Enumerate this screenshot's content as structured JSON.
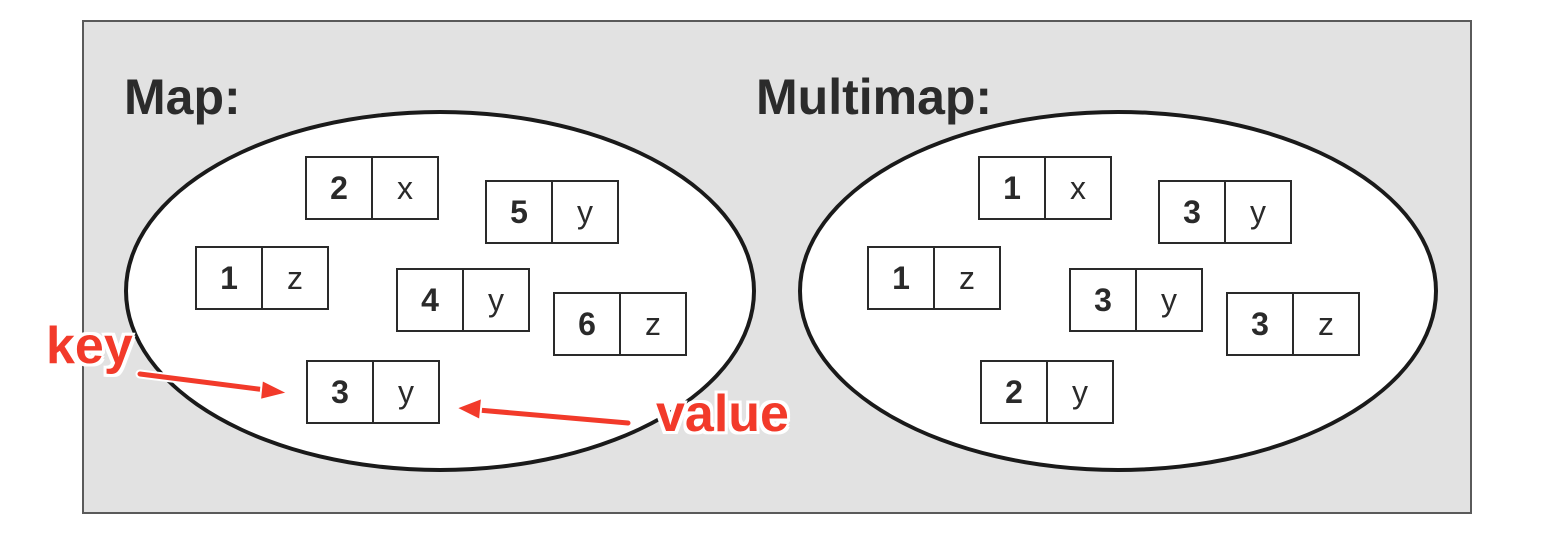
{
  "map": {
    "title": "Map:",
    "pairs": [
      {
        "key": "2",
        "value": "x"
      },
      {
        "key": "5",
        "value": "y"
      },
      {
        "key": "1",
        "value": "z"
      },
      {
        "key": "4",
        "value": "y"
      },
      {
        "key": "6",
        "value": "z"
      },
      {
        "key": "3",
        "value": "y"
      }
    ]
  },
  "multimap": {
    "title": "Multimap:",
    "pairs": [
      {
        "key": "1",
        "value": "x"
      },
      {
        "key": "3",
        "value": "y"
      },
      {
        "key": "1",
        "value": "z"
      },
      {
        "key": "3",
        "value": "y"
      },
      {
        "key": "3",
        "value": "z"
      },
      {
        "key": "2",
        "value": "y"
      }
    ]
  },
  "annotations": {
    "key_label": "key",
    "value_label": "value",
    "color": "#f23a2a"
  }
}
